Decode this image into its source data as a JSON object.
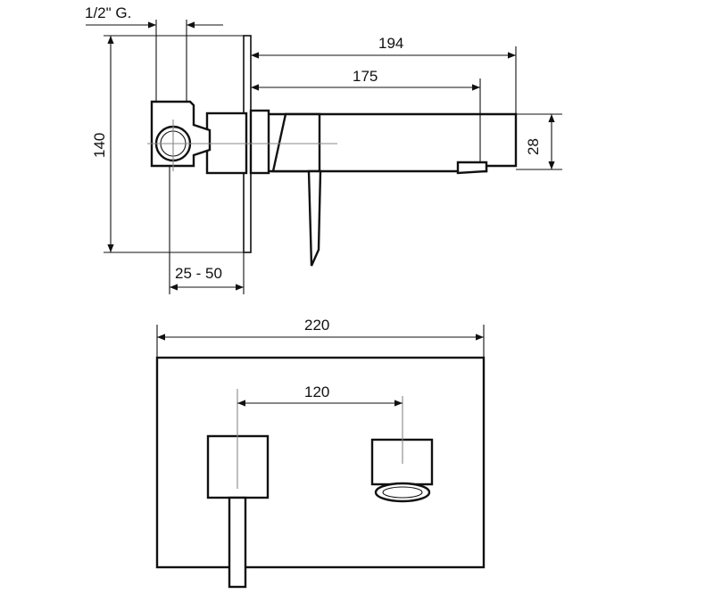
{
  "dimensions": {
    "thread": "1/2\" G.",
    "total_length": "194",
    "spout_length": "175",
    "height": "140",
    "spout_height": "28",
    "wall_depth": "25 - 50",
    "plate_width": "220",
    "axis_distance": "120"
  },
  "colors": {
    "line": "#111111",
    "centerline": "#888888",
    "background": "#ffffff"
  }
}
